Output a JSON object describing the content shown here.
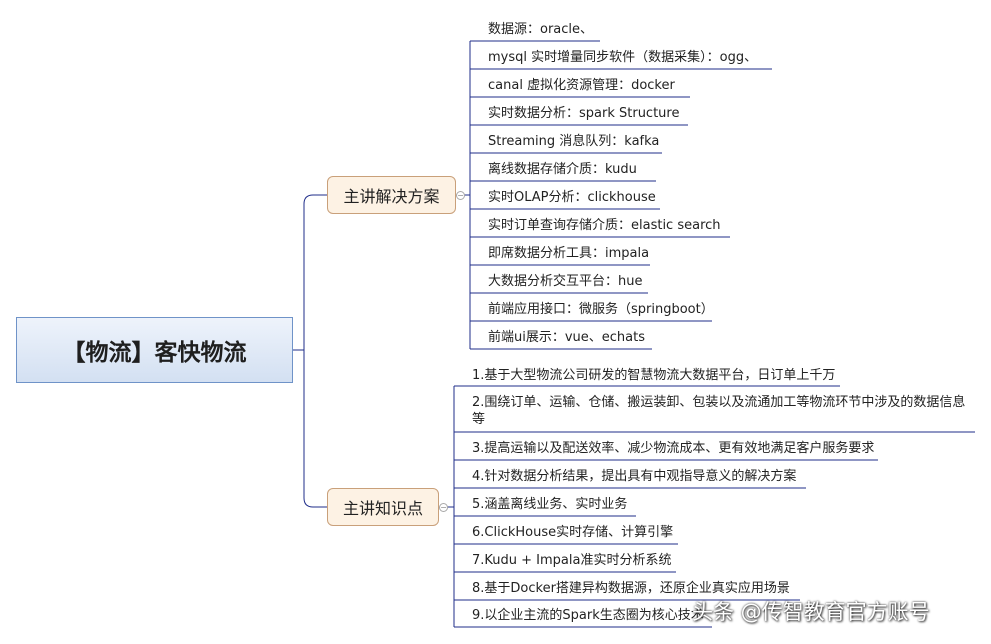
{
  "root": {
    "title": "【物流】客快物流"
  },
  "branches": [
    {
      "label": "主讲解决方案",
      "leaves": [
        "数据源：oracle、",
        "mysql 实时增量同步软件（数据采集）：ogg、",
        "canal 虚拟化资源管理：docker",
        "实时数据分析：spark Structure",
        "Streaming 消息队列：kafka",
        " 离线数据存储介质：kudu",
        "实时OLAP分析：clickhouse",
        "实时订单查询存储介质：elastic search",
        "即席数据分析工具：impala",
        "大数据分析交互平台：hue",
        "前端应用接口：微服务（springboot）",
        "前端ui展示：vue、echats"
      ]
    },
    {
      "label": "主讲知识点",
      "leaves": [
        "1.基于大型物流公司研发的智慧物流大数据平台，日订单上千万",
        "2.围绕订单、运输、仓储、搬运装卸、包装以及流通加工等物流环节中涉及的数据信息等",
        "3.提高运输以及配送效率、减少物流成本、更有效地满足客户服务要求",
        "4.针对数据分析结果，提出具有中观指导意义的解决方案",
        "5.涵盖离线业务、实时业务",
        "6.ClickHouse实时存储、计算引擎",
        "7.Kudu + Impala准实时分析系统",
        "8.基于Docker搭建异构数据源，还原企业真实应用场景",
        "9.以企业主流的Spark生态圈为核心技术"
      ]
    }
  ],
  "watermark": "头条 @传智教育官方账号",
  "colors": {
    "connector": "#1f2d8a",
    "root_border": "#6f93c8",
    "branch_border": "#c9a07a"
  }
}
